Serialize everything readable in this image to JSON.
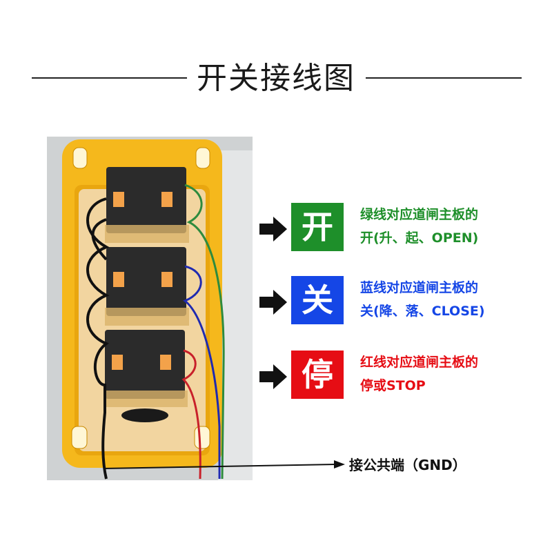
{
  "title": "开关接线图",
  "rows": [
    {
      "badge": "开",
      "line1": "绿线对应道闸主板的",
      "line2": "开(升、起、OPEN)",
      "badge_color": "#1e8f2a",
      "text_color": "#1e8f2a"
    },
    {
      "badge": "关",
      "line1": "蓝线对应道闸主板的",
      "line2": "关(降、落、CLOSE)",
      "badge_color": "#1546e6",
      "text_color": "#1546e6"
    },
    {
      "badge": "停",
      "line1": "红线对应道闸主板的",
      "line2": "停或STOP",
      "badge_color": "#e60d14",
      "text_color": "#e60d14"
    }
  ],
  "gnd_label": "接公共端（GND）",
  "colors": {
    "housing": "#f5b81c",
    "switch_body": "#2b2b2b",
    "wire_green": "#2e8b3e",
    "wire_blue": "#1f2ab0",
    "wire_red": "#c8202a",
    "wire_black": "#111111"
  }
}
